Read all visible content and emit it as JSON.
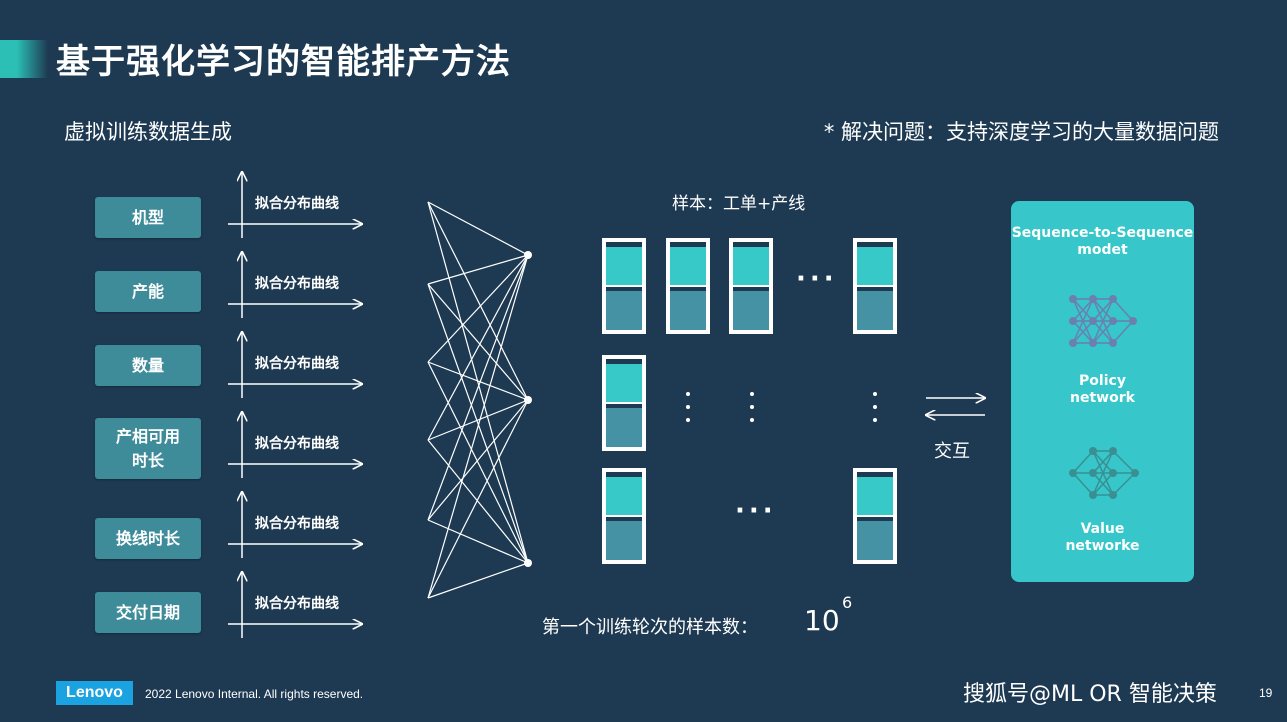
{
  "slide": {
    "title": "基于强化学习的智能排产方法",
    "subtitle_left": "虚拟训练数据生成",
    "subtitle_right": "* 解决问题：支持深度学习的大量数据问题",
    "colors": {
      "background": "#1e3a52",
      "accent": "#37c6c9",
      "feature_box": "#3e8b9a",
      "sample_bottom": "#4592a5",
      "logo": "#1aa3e0"
    }
  },
  "features": [
    {
      "label": "机型",
      "curve_label": "拟合分布曲线"
    },
    {
      "label": "产能",
      "curve_label": "拟合分布曲线"
    },
    {
      "label": "数量",
      "curve_label": "拟合分布曲线"
    },
    {
      "label": "产相可用\n时长",
      "curve_label": "拟合分布曲线"
    },
    {
      "label": "换线时长",
      "curve_label": "拟合分布曲线"
    },
    {
      "label": "交付日期",
      "curve_label": "拟合分布曲线"
    }
  ],
  "samples": {
    "title": "样本：工单+产线",
    "dots_horizontal": "···"
  },
  "interaction": {
    "label": "交互"
  },
  "model_panel": {
    "title": "Sequence-to-Sequence\nmodet",
    "policy_label": "Policy\nnetwork",
    "value_label": "Value\nnetworke"
  },
  "bottom": {
    "caption": "第一个训练轮次的样本数：",
    "value": "10",
    "exponent": "6"
  },
  "footer": {
    "logo_text": "Lenovo",
    "copyright": "2022 Lenovo Internal. All rights reserved.",
    "watermark": "搜狐号@ML OR 智能决策",
    "page_number": "19"
  }
}
